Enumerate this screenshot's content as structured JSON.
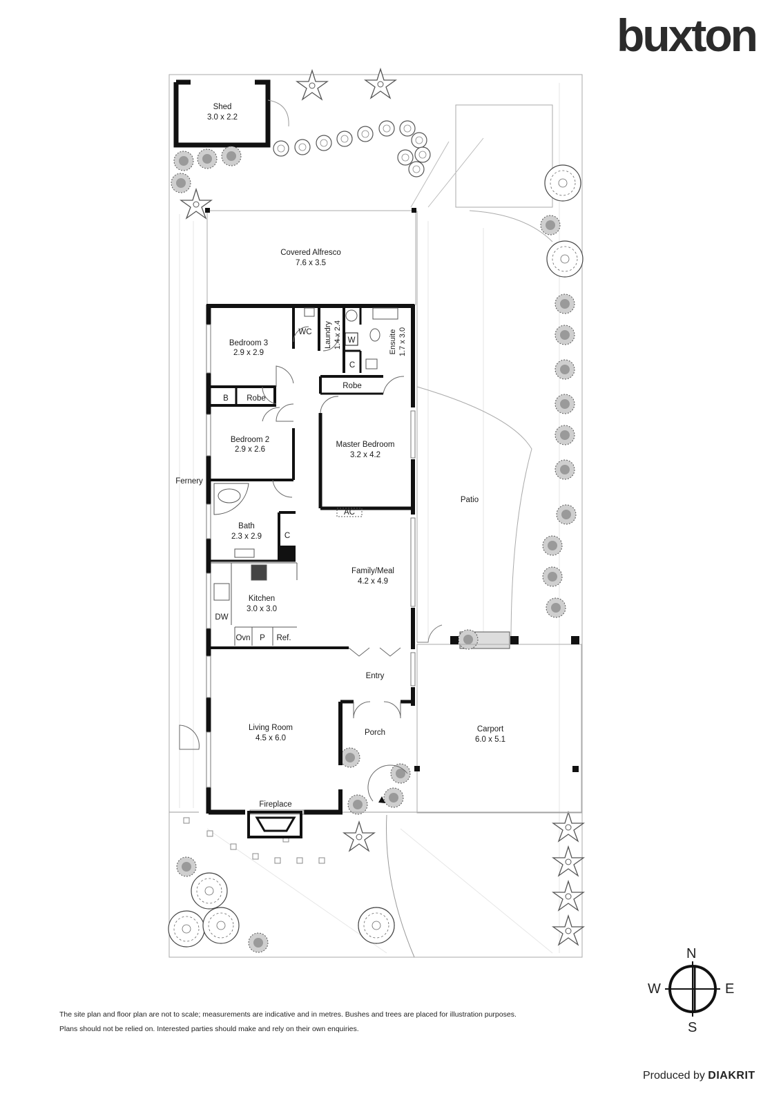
{
  "brand": {
    "logo_text": "buxton"
  },
  "rooms": {
    "shed": {
      "name": "Shed",
      "dims": "3.0 x 2.2"
    },
    "alfresco": {
      "name": "Covered Alfresco",
      "dims": "7.6 x 3.5"
    },
    "bedroom3": {
      "name": "Bedroom 3",
      "dims": "2.9 x 2.9"
    },
    "wc": {
      "name": "WC"
    },
    "laundry": {
      "name": "Laundry",
      "dims": "1.4 x 2.4"
    },
    "ensuite": {
      "name": "Ensuite",
      "dims": "1.7 x 3.0"
    },
    "robe_master": {
      "name": "Robe"
    },
    "robe_b2": {
      "name": "Robe"
    },
    "b_closet": {
      "name": "B"
    },
    "bedroom2": {
      "name": "Bedroom 2",
      "dims": "2.9 x 2.6"
    },
    "master": {
      "name": "Master Bedroom",
      "dims": "3.2 x 4.2"
    },
    "bath": {
      "name": "Bath",
      "dims": "2.3 x 2.9"
    },
    "family": {
      "name": "Family/Meal",
      "dims": "4.2 x 4.9"
    },
    "kitchen": {
      "name": "Kitchen",
      "dims": "3.0 x 3.0"
    },
    "living": {
      "name": "Living Room",
      "dims": "4.5 x 6.0"
    },
    "carport": {
      "name": "Carport",
      "dims": "6.0 x 5.1"
    }
  },
  "labels": {
    "fernery": "Fernery",
    "patio": "Patio",
    "entry": "Entry",
    "porch": "Porch",
    "fireplace": "Fireplace",
    "ac": "AC",
    "washer": "W",
    "closet_laundry": "C",
    "closet_hall": "C",
    "dishwasher": "DW",
    "oven": "Ovn",
    "pantry": "P",
    "fridge": "Ref."
  },
  "disclaimer": {
    "line1": "The site plan and floor plan are not to scale; measurements are indicative and in metres. Bushes and trees are placed for illustration purposes.",
    "line2": "Plans should not be relied on. Interested parties should make and rely on their own enquiries."
  },
  "compass": {
    "north": "N",
    "south": "S",
    "east": "E",
    "west": "W"
  },
  "credit": {
    "prefix": "Produced by",
    "company": "DIAKRIT"
  }
}
